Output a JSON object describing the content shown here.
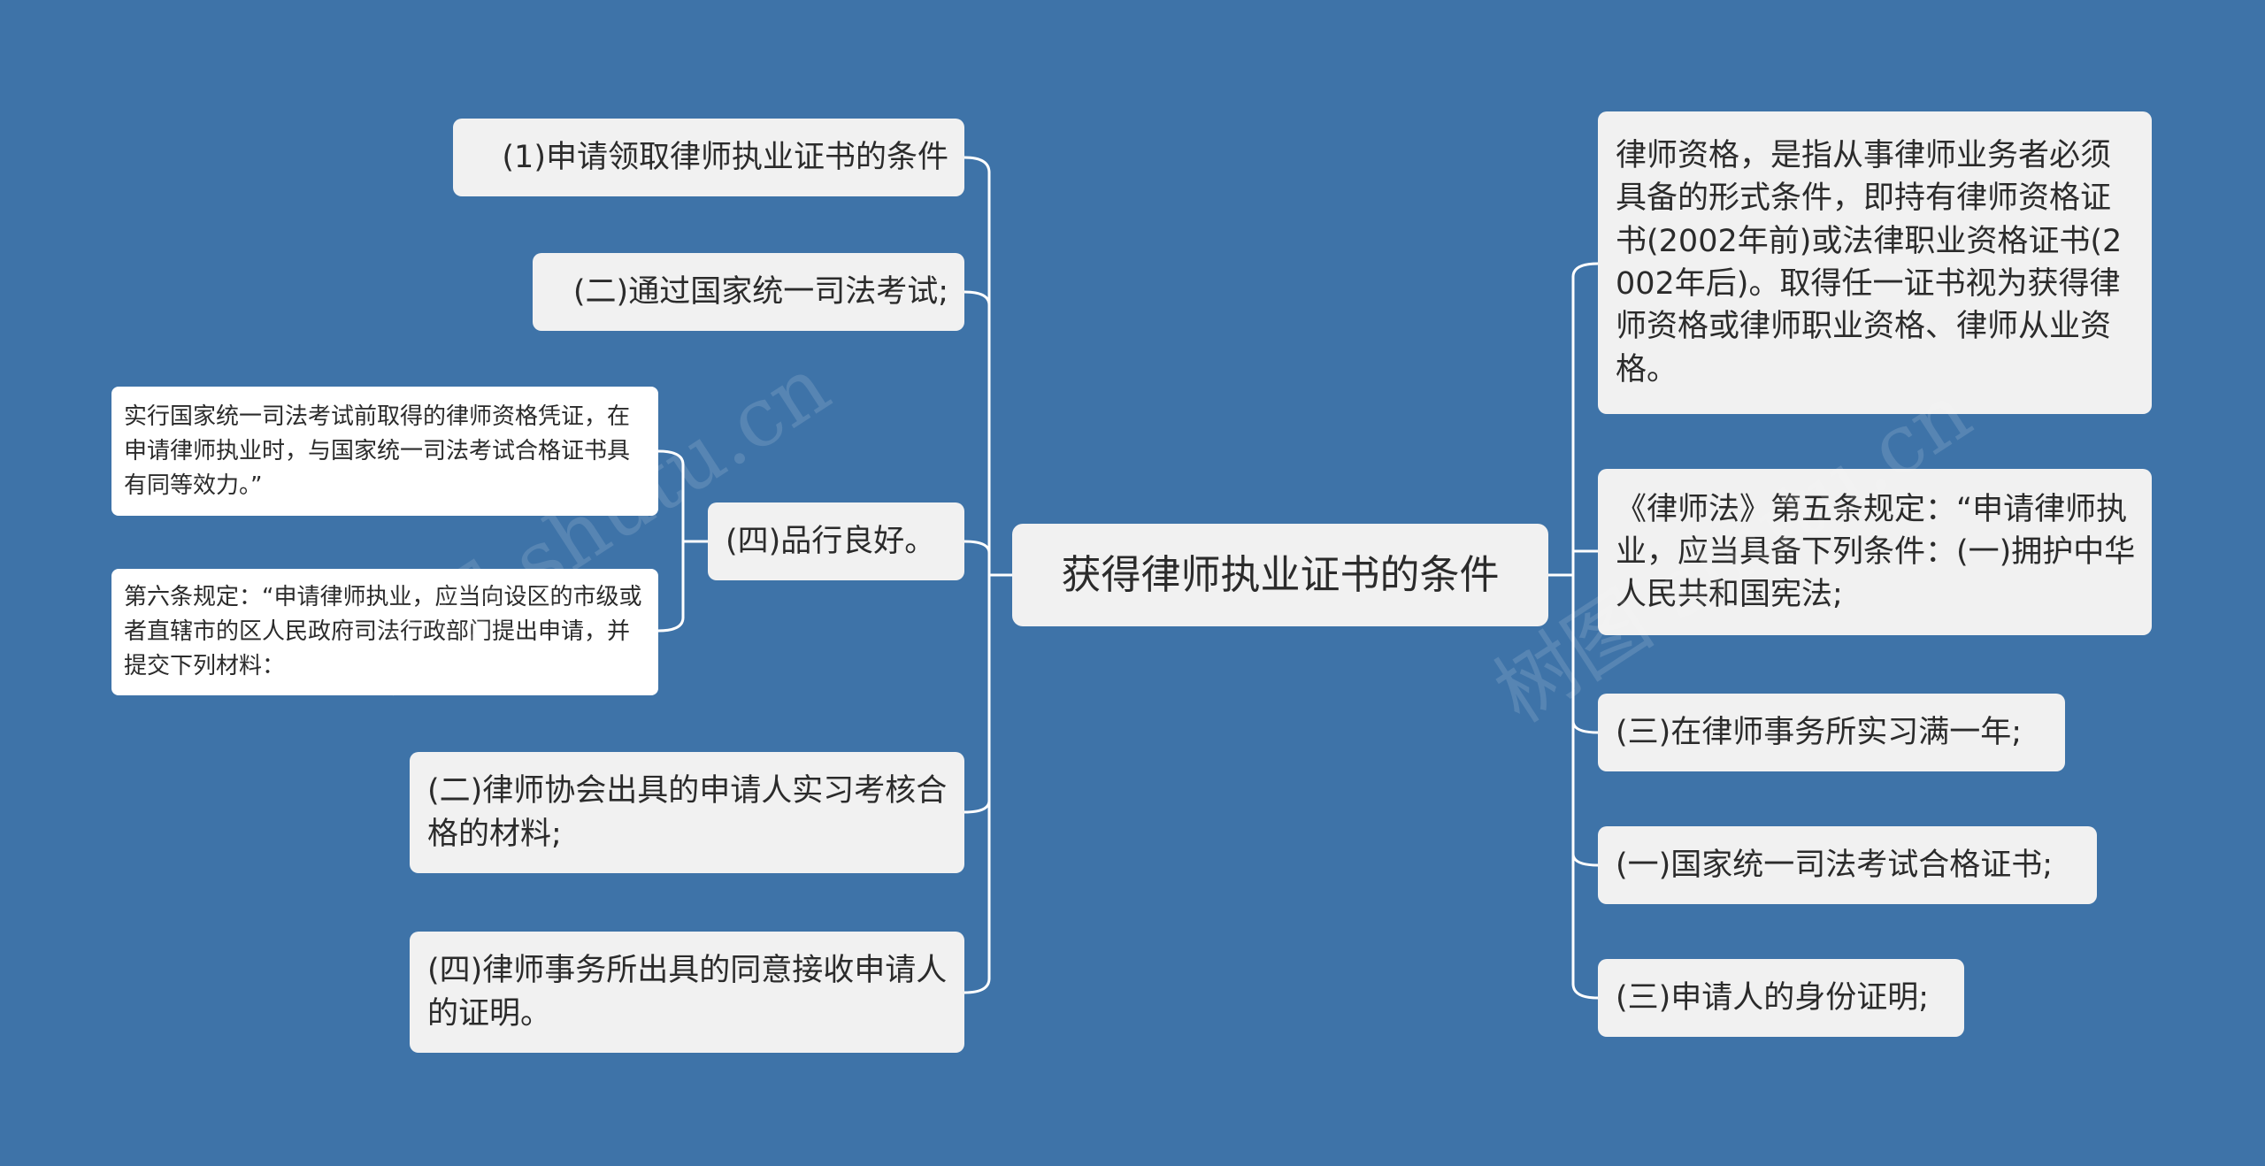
{
  "root": {
    "label": "获得律师执业证书的条件"
  },
  "left": [
    {
      "label": "(1)申请领取律师执业证书的条件"
    },
    {
      "label": "(二)通过国家统一司法考试;"
    },
    {
      "label": "(四)品行良好。",
      "children": [
        {
          "label": "实行国家统一司法考试前取得的律师资格凭证，在申请律师执业时，与国家统一司法考试合格证书具有同等效力。”"
        },
        {
          "label": "第六条规定：“申请律师执业，应当向设区的市级或者直辖市的区人民政府司法行政部门提出申请，并提交下列材料："
        }
      ]
    },
    {
      "label": "(二)律师协会出具的申请人实习考核合格的材料;"
    },
    {
      "label": "(四)律师事务所出具的同意接收申请人的证明。"
    }
  ],
  "right": [
    {
      "label": "律师资格，是指从事律师业务者必须具备的形式条件，即持有律师资格证书(2002年前)或法律职业资格证书(2002年后)。取得任一证书视为获得律师资格或律师职业资格、律师从业资格。"
    },
    {
      "label": "《律师法》第五条规定：“申请律师执业，应当具备下列条件：(一)拥护中华人民共和国宪法;"
    },
    {
      "label": "(三)在律师事务所实习满一年;"
    },
    {
      "label": "(一)国家统一司法考试合格证书;"
    },
    {
      "label": "(三)申请人的身份证明;"
    }
  ],
  "watermarks": [
    "树图 shutu.cn",
    "树图 shutu.cn"
  ],
  "colors": {
    "background": "#3e73a8",
    "node": "#f1f1f1",
    "leaf": "#ffffff",
    "connector": "#ffffff"
  }
}
